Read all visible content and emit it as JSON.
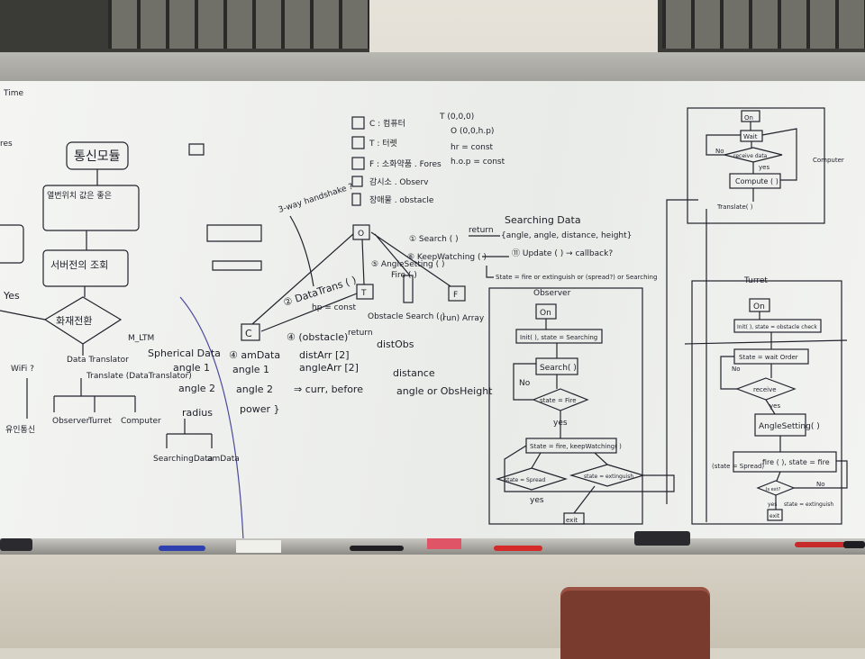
{
  "scene": {
    "description_colors": {
      "wall": "#e6e2d9",
      "board": "#f2f3f1",
      "ink": "#1e1e28",
      "chair": "#7a3b2f"
    }
  },
  "board": {
    "left": {
      "time": "Time",
      "res": "res",
      "comm_module": "통신모듈",
      "position_info": "열번위치 값은 좋은",
      "server_control": "서버전의 조회",
      "turn_switch": "화재전환",
      "yes": "Yes",
      "wifi": "WiFi ?",
      "data_translator": "Data Translator",
      "translate_fn": "Translate (DataTranslator)",
      "observer": "Observer",
      "turret": "Turret",
      "computer": "Computer",
      "user_comm": "유인통신"
    },
    "legend": {
      "c_item": "C : 컴퓨터",
      "t_item": "T : 터렛",
      "f_item": "F : 소화약품 . Fores",
      "o_item": "감시소 . Observ",
      "obst_item": "장애물 . obstacle",
      "coord_t": "T (0,0,0)",
      "coord_o": "O (0,0,h.p)",
      "hr_const": "hr = const",
      "hop_const": "h.o.p = const"
    },
    "middle": {
      "three_way": "3-way handshake ?",
      "spherical_data": "Spherical Data",
      "angle1": "angle 1",
      "angle2": "angle 2",
      "radius": "radius",
      "searching_data": "SearchingData",
      "am_data": "amData",
      "m_ltm": "M_LTM",
      "c_label": "C",
      "am_data2": "④ amData",
      "angle1b": "angle 1",
      "angle2b": "angle 2",
      "power": "power }",
      "data_trans": "② DataTrans ( )",
      "h_const": "hp = const",
      "obstacle_fn": "④ (obstacle)",
      "return1": "return",
      "dist_arr": "distArr [2]",
      "angle_arr": "angleArr [2]",
      "curr_before": "⇒ curr, before",
      "dist_obs": "distObs",
      "distance": "distance",
      "angle_or": "angle   or   ObsHeight",
      "obstacle_search": "Obstacle Search ( )",
      "angle_setting": "⑤ AngleSetting ( )",
      "fire": "Fire ( )",
      "f_label": "F",
      "run_array": "(run) Array",
      "o_label": "O",
      "t_label": "T"
    },
    "searching": {
      "title": "Searching Data",
      "search_fn": "① Search ( )",
      "return2": "return",
      "tuple": "{angle, angle, distance, height}",
      "keep_watching": "⑥ KeepWatching ( )",
      "update_fn": "⑪ Update ( ) → callback?",
      "state_line": "State = fire or extinguish or (spread?) or Searching"
    },
    "observer_flow": {
      "title": "Observer",
      "on": "On",
      "init": "Init( ), state = Searching",
      "search": "Search( )",
      "no": "No",
      "state_fire": "state = Fire",
      "yes": "yes",
      "state_fire_keep": "State = fire, keepWatching( )",
      "state_spread": "state = Spread",
      "state_extinguish": "state = extinguish",
      "yes2": "yes",
      "exit": "exit"
    },
    "computer_flow": {
      "title": "Computer",
      "on": "On",
      "wait": "Wait",
      "receive": "receive data",
      "no": "No",
      "yes": "yes",
      "compute": "Compute ( )",
      "translate": "Translate( )"
    },
    "turret_flow": {
      "title": "Turret",
      "on": "On",
      "init": "Init( ), state = obstacle check",
      "state_wait": "State = wait Order",
      "no": "No",
      "receive": "receive",
      "yes": "yes",
      "angle_setting": "AngleSetting( )",
      "state_spread": "(state = Spread)",
      "fire": "fire ( ), state = fire",
      "no2": "No",
      "is_extinguish": "Is ext?",
      "yes2": "yes",
      "state_extinguish": "state = extinguish",
      "exit": "exit"
    }
  }
}
